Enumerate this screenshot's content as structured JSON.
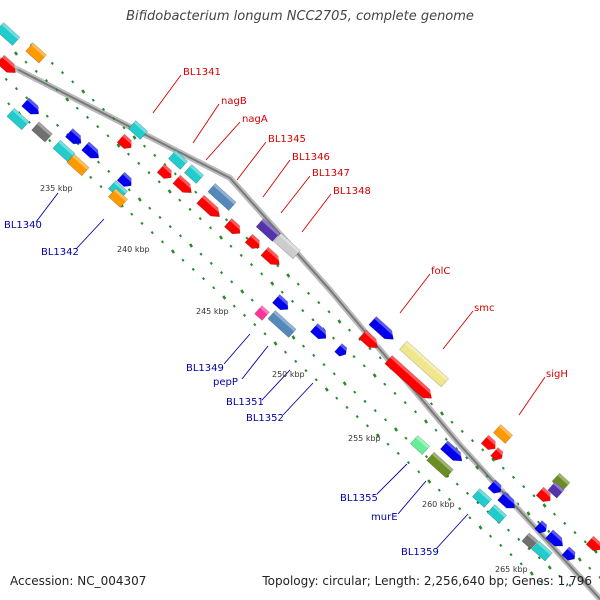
{
  "header": {
    "title": "Bifidobacterium longum NCC2705, complete genome"
  },
  "footer": {
    "accession": "Accession: NC_004307",
    "topology": "Topology: circular; Length: 2,256,640 bp; Genes: 1,796"
  },
  "ticks": [
    "235 kbp",
    "240 kbp",
    "245 kbp",
    "250 kbp",
    "255 kbp",
    "260 kbp",
    "265 kbp"
  ],
  "gene_labels": {
    "forward": [
      "BL1341",
      "nagB",
      "nagA",
      "BL1345",
      "BL1346",
      "BL1347",
      "BL1348",
      "folC",
      "smc",
      "sigH"
    ],
    "reverse": [
      "BL1340",
      "BL1342",
      "BL1349",
      "pepP",
      "BL1351",
      "BL1352",
      "BL1355",
      "murE",
      "BL1359"
    ]
  },
  "colors": {
    "forward_label": "#d40000",
    "reverse_label": "#0000a0",
    "backbone": "#8c8c8c",
    "tick": "#2a8a2a",
    "red": "#ff0000",
    "blue": "#0000ee",
    "cyan": "#22cccc",
    "orange": "#ff9900",
    "gray": "#707070",
    "steel": "#5588bb",
    "lightgray": "#cccccc",
    "purple": "#5533aa",
    "khaki": "#f0e68c",
    "olive": "#6b8e23",
    "green": "#66ee99",
    "magenta": "#ff3399"
  }
}
